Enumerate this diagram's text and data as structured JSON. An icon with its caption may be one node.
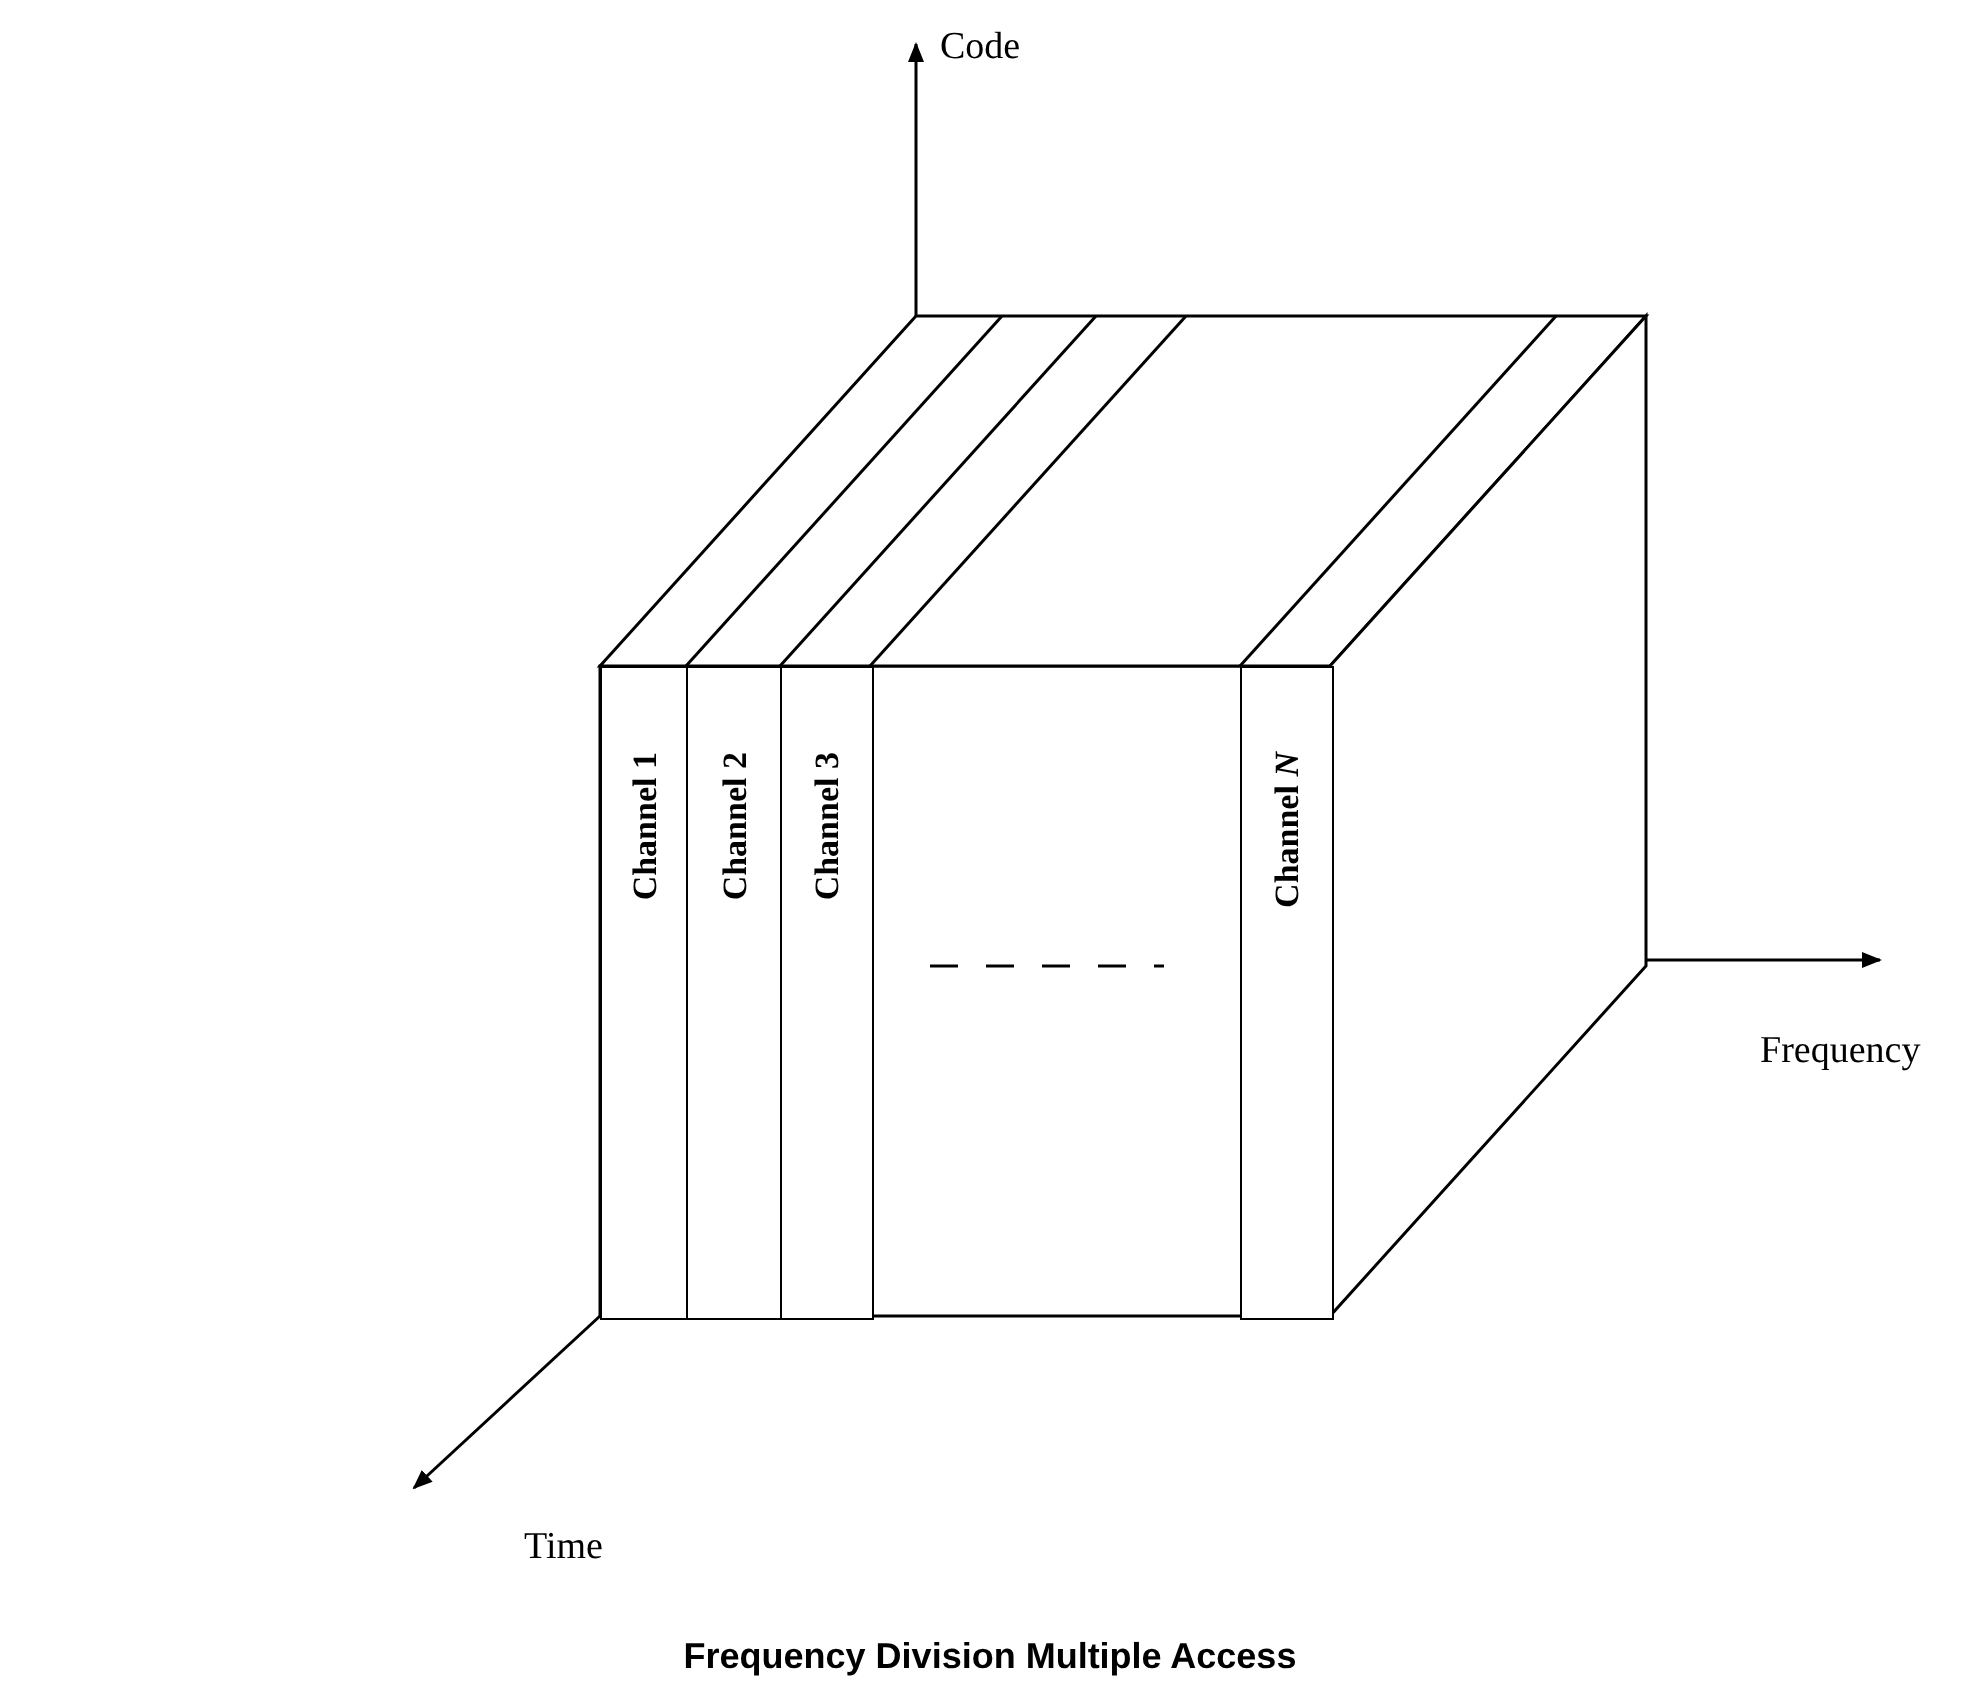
{
  "diagram": {
    "caption": "Frequency Division Multiple Access",
    "nodes": [
      {
        "text": [
          "Channel 1"
        ]
      },
      {
        "text": [
          "Channel 2"
        ]
      },
      {
        "text": [
          "Channel 3"
        ]
      },
      {
        "text": [
          "Channel *N*"
        ]
      }
    ],
    "labels": [
      "Code",
      "Frequency",
      "Time"
    ]
  }
}
